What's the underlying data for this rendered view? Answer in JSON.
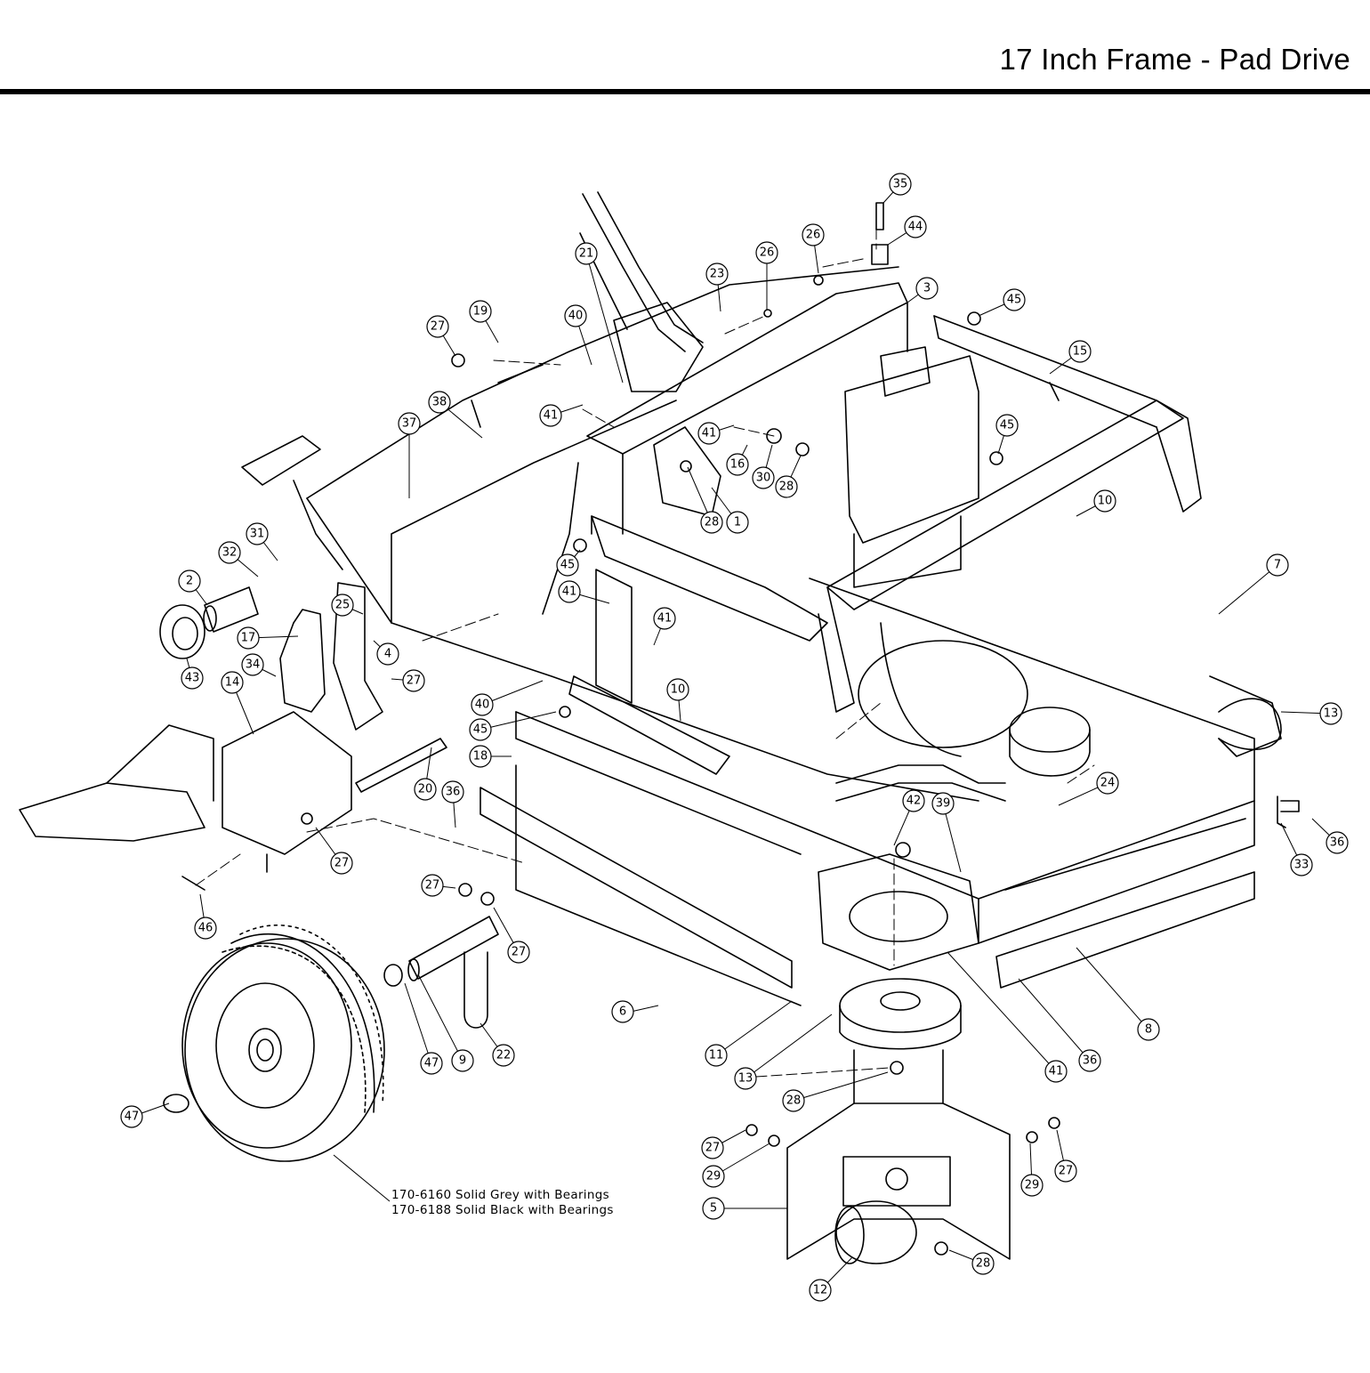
{
  "header": {
    "title": "17 Inch Frame - Pad Drive"
  },
  "callouts": [
    {
      "id": "c35",
      "num": "35"
    },
    {
      "id": "c44",
      "num": "44"
    },
    {
      "id": "c26a",
      "num": "26"
    },
    {
      "id": "c26b",
      "num": "26"
    },
    {
      "id": "c3",
      "num": "3"
    },
    {
      "id": "c45a",
      "num": "45"
    },
    {
      "id": "c21",
      "num": "21"
    },
    {
      "id": "c23",
      "num": "23"
    },
    {
      "id": "c19",
      "num": "19"
    },
    {
      "id": "c40a",
      "num": "40"
    },
    {
      "id": "c27a",
      "num": "27"
    },
    {
      "id": "c15",
      "num": "15"
    },
    {
      "id": "c38",
      "num": "38"
    },
    {
      "id": "c41a",
      "num": "41"
    },
    {
      "id": "c41b",
      "num": "41"
    },
    {
      "id": "c16",
      "num": "16"
    },
    {
      "id": "c30",
      "num": "30"
    },
    {
      "id": "c28a",
      "num": "28"
    },
    {
      "id": "c45b",
      "num": "45"
    },
    {
      "id": "c37",
      "num": "37"
    },
    {
      "id": "c28b",
      "num": "28"
    },
    {
      "id": "c1",
      "num": "1"
    },
    {
      "id": "c10a",
      "num": "10"
    },
    {
      "id": "c31",
      "num": "31"
    },
    {
      "id": "c32",
      "num": "32"
    },
    {
      "id": "c45c",
      "num": "45"
    },
    {
      "id": "c7",
      "num": "7"
    },
    {
      "id": "c2",
      "num": "2"
    },
    {
      "id": "c41c",
      "num": "41"
    },
    {
      "id": "c25",
      "num": "25"
    },
    {
      "id": "c17",
      "num": "17"
    },
    {
      "id": "c41d",
      "num": "41"
    },
    {
      "id": "c4",
      "num": "4"
    },
    {
      "id": "c34",
      "num": "34"
    },
    {
      "id": "c27b",
      "num": "27"
    },
    {
      "id": "c43",
      "num": "43"
    },
    {
      "id": "c14",
      "num": "14"
    },
    {
      "id": "c10b",
      "num": "10"
    },
    {
      "id": "c40b",
      "num": "40"
    },
    {
      "id": "c45d",
      "num": "45"
    },
    {
      "id": "c13a",
      "num": "13"
    },
    {
      "id": "c18",
      "num": "18"
    },
    {
      "id": "c20",
      "num": "20"
    },
    {
      "id": "c24",
      "num": "24"
    },
    {
      "id": "c36a",
      "num": "36"
    },
    {
      "id": "c42",
      "num": "42"
    },
    {
      "id": "c39",
      "num": "39"
    },
    {
      "id": "c27c",
      "num": "27"
    },
    {
      "id": "c33",
      "num": "33"
    },
    {
      "id": "c36b",
      "num": "36"
    },
    {
      "id": "c27d",
      "num": "27"
    },
    {
      "id": "c27e",
      "num": "27"
    },
    {
      "id": "c46",
      "num": "46"
    },
    {
      "id": "c6",
      "num": "6"
    },
    {
      "id": "c47a",
      "num": "47"
    },
    {
      "id": "c9",
      "num": "9"
    },
    {
      "id": "c22",
      "num": "22"
    },
    {
      "id": "c11",
      "num": "11"
    },
    {
      "id": "c13b",
      "num": "13"
    },
    {
      "id": "c8",
      "num": "8"
    },
    {
      "id": "c36c",
      "num": "36"
    },
    {
      "id": "c41e",
      "num": "41"
    },
    {
      "id": "c47b",
      "num": "47"
    },
    {
      "id": "c28c",
      "num": "28"
    },
    {
      "id": "c27f",
      "num": "27"
    },
    {
      "id": "c29a",
      "num": "29"
    },
    {
      "id": "c29b",
      "num": "29"
    },
    {
      "id": "c27g",
      "num": "27"
    },
    {
      "id": "c5",
      "num": "5"
    },
    {
      "id": "c28d",
      "num": "28"
    },
    {
      "id": "c12",
      "num": "12"
    }
  ],
  "wheel_note": {
    "line1": "170-6160 Solid Grey with Bearings",
    "line2": "170-6188 Solid Black with Bearings"
  }
}
